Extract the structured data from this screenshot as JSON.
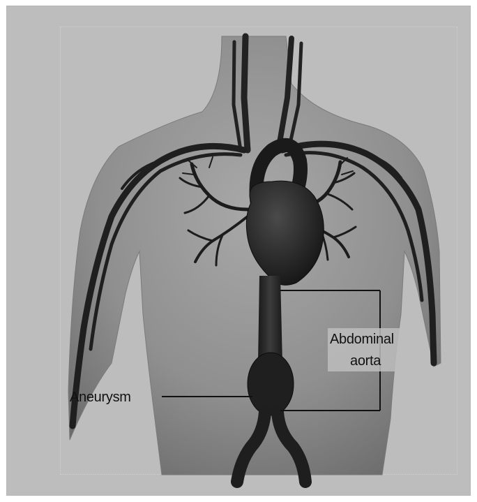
{
  "figure": {
    "labels": {
      "aneurysm": "Aneurysm",
      "abdominal_aorta_line1": "Abdominal",
      "abdominal_aorta_line2": "aorta"
    }
  }
}
